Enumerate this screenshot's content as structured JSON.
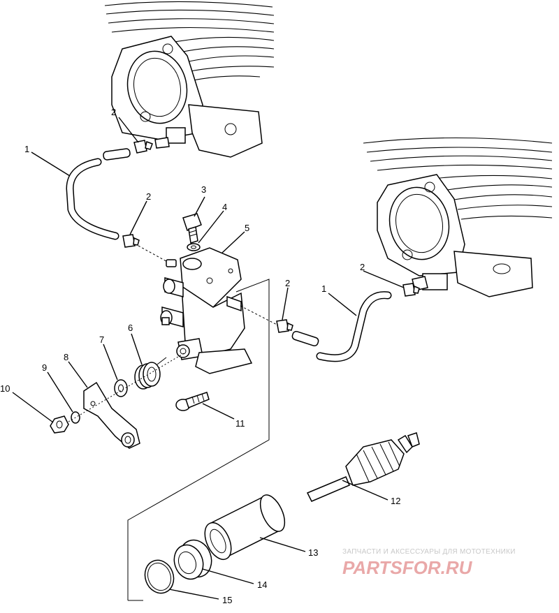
{
  "diagram": {
    "callouts": [
      {
        "id": "c1a",
        "text": "1"
      },
      {
        "id": "c2a",
        "text": "2"
      },
      {
        "id": "c2b",
        "text": "2"
      },
      {
        "id": "c3",
        "text": "3"
      },
      {
        "id": "c4",
        "text": "4"
      },
      {
        "id": "c5",
        "text": "5"
      },
      {
        "id": "c2c",
        "text": "2"
      },
      {
        "id": "c2d",
        "text": "2"
      },
      {
        "id": "c1b",
        "text": "1"
      },
      {
        "id": "c6",
        "text": "6"
      },
      {
        "id": "c7",
        "text": "7"
      },
      {
        "id": "c8",
        "text": "8"
      },
      {
        "id": "c9",
        "text": "9"
      },
      {
        "id": "c10",
        "text": "10"
      },
      {
        "id": "c11",
        "text": "11"
      },
      {
        "id": "c12",
        "text": "12"
      },
      {
        "id": "c13",
        "text": "13"
      },
      {
        "id": "c14",
        "text": "14"
      },
      {
        "id": "c15",
        "text": "15"
      }
    ]
  },
  "watermark": {
    "tagline": "ЗАПЧАСТИ И АКСЕССУАРЫ ДЛЯ МОТОТЕХНИКИ",
    "logo_text": "PARTSFOR.RU",
    "color": "#e9a8a8"
  }
}
